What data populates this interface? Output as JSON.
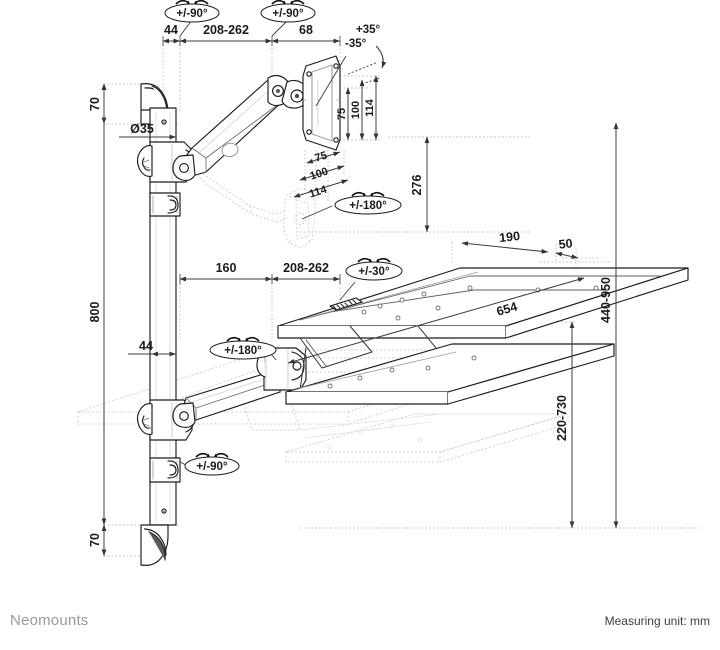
{
  "document": {
    "title": "Neomounts wall mount with monitor arm and keyboard tray — dimensioned technical drawing",
    "type": "technical-drawing"
  },
  "footer": {
    "brand": "Neomounts",
    "unit_note": "Measuring unit: mm"
  },
  "dimensions": {
    "top_row": [
      {
        "id": "d-44-top",
        "label": "44"
      },
      {
        "id": "d-208-262-top",
        "label": "208-262"
      },
      {
        "id": "d-68-top",
        "label": "68"
      }
    ],
    "mid_row": [
      {
        "id": "d-160",
        "label": "160"
      },
      {
        "id": "d-208-262-mid",
        "label": "208-262"
      }
    ],
    "left_column": [
      {
        "id": "d-70-top",
        "label": "70"
      },
      {
        "id": "d-dia-35",
        "label": "Ø35"
      },
      {
        "id": "d-800",
        "label": "800"
      },
      {
        "id": "d-44-left",
        "label": "44"
      },
      {
        "id": "d-70-bottom",
        "label": "70"
      }
    ],
    "vesa_vertical": [
      {
        "id": "vesa-v-75",
        "label": "75"
      },
      {
        "id": "vesa-v-100",
        "label": "100"
      },
      {
        "id": "vesa-v-114",
        "label": "114"
      }
    ],
    "vesa_horizontal": [
      {
        "id": "vesa-h-75",
        "label": "75"
      },
      {
        "id": "vesa-h-100",
        "label": "100"
      },
      {
        "id": "vesa-h-114",
        "label": "114"
      }
    ],
    "right_column": [
      {
        "id": "d-276",
        "label": "276"
      },
      {
        "id": "d-440-950",
        "label": "440-950"
      },
      {
        "id": "d-220-730",
        "label": "220-730"
      }
    ],
    "tray": [
      {
        "id": "d-190",
        "label": "190"
      },
      {
        "id": "d-50",
        "label": "50"
      },
      {
        "id": "d-654",
        "label": "654"
      }
    ]
  },
  "angles": [
    {
      "id": "ang-90-top-left",
      "label": "+/-90°"
    },
    {
      "id": "ang-90-top-right",
      "label": "+/-90°"
    },
    {
      "id": "ang-tilt-up",
      "label": "+35°"
    },
    {
      "id": "ang-tilt-down",
      "label": "-35°"
    },
    {
      "id": "ang-180-monitor",
      "label": "+/-180°"
    },
    {
      "id": "ang-180-tray-arm",
      "label": "+/-180°"
    },
    {
      "id": "ang-30-tray",
      "label": "+/-30°"
    },
    {
      "id": "ang-90-bottom",
      "label": "+/-90°"
    }
  ],
  "colors": {
    "outline": "#1a1a1a",
    "dimension_line": "#4d4d4d",
    "extension_line": "#b3b3b3",
    "ghost": "#c9c9c9",
    "brand_text": "#9a9a9a",
    "unit_text": "#3d3d3d",
    "background": "#ffffff"
  }
}
